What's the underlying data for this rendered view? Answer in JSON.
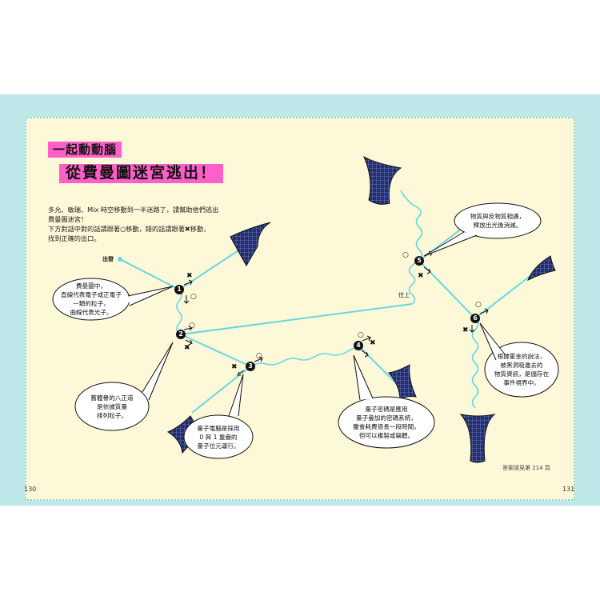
{
  "title": {
    "line1": "一起動動腦",
    "line2": "從費曼圖迷宮逃出！"
  },
  "intro": [
    "多允、敏瑞、Mix 時空移動到一半迷路了，請幫助他們逃出",
    "費曼圖迷宮！",
    "下方對話中對的話請跟著○移動，錯的話請跟著✖移動，",
    "找到正確的出口。"
  ],
  "start_label": "出發",
  "up_label": "往上",
  "nodes": [
    "1",
    "2",
    "3",
    "4",
    "5",
    "6"
  ],
  "bubbles": {
    "b1": [
      "費曼圖中，",
      "直線代表電子或正電子",
      "一類的粒子，",
      "曲線代表光子。"
    ],
    "b2": [
      "舊體譽的八正道",
      "是依據質量",
      "排列粒子。"
    ],
    "b3": [
      "量子電腦是採用",
      "0 與 1 重疊的",
      "量子位元運行。"
    ],
    "b4": [
      "量子密碼是應用",
      "量子疊加的密碼系統，",
      "雖會耗費很長一段時間，",
      "但可以複製或竊聽。"
    ],
    "b5": [
      "物質與反物質相遇，",
      "釋放出光後消滅。"
    ],
    "b6": [
      "根據霍金的說法，",
      "被黑洞吸進去的",
      "物質資訊，是儲存在",
      "事件視界中。"
    ]
  },
  "marks": {
    "circle": "○",
    "cross": "✖"
  },
  "footer": {
    "answer_note": "答案請見第 214 頁",
    "page_left": "130",
    "page_right": "131"
  }
}
